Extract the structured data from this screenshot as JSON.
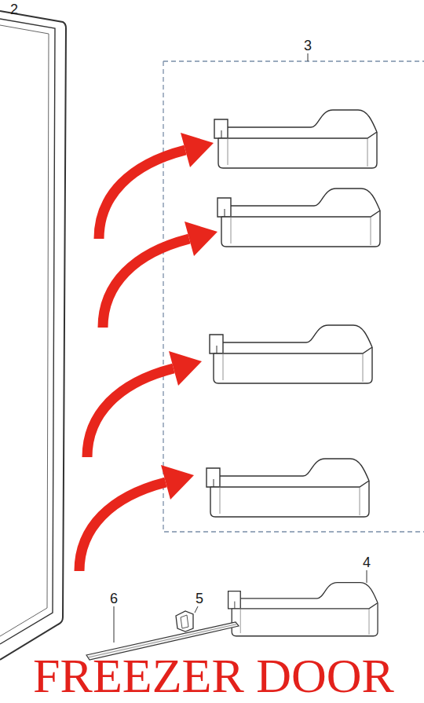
{
  "diagram": {
    "title": "FREEZER DOOR",
    "labels": [
      "2",
      "3",
      "4",
      "5",
      "6"
    ]
  }
}
